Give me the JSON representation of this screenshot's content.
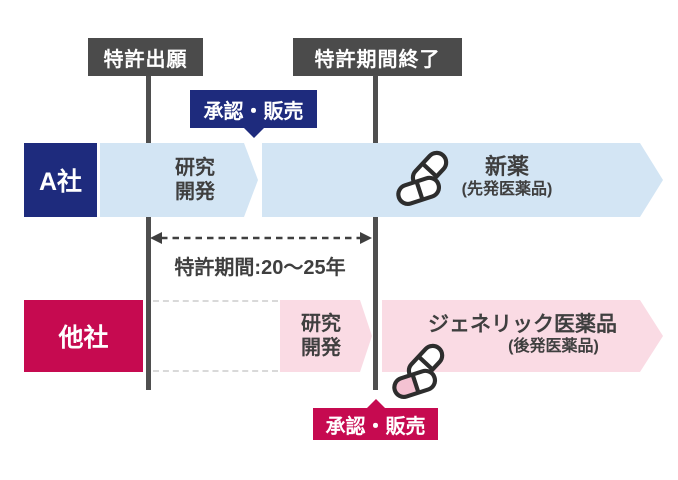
{
  "colors": {
    "tag_bg": "#4b4b4b",
    "navy": "#1e2b7d",
    "crimson": "#c60a50",
    "blue_band": "#d3e5f4",
    "pink_band": "#fadbe4",
    "pink_capsule_fill": "#f4c2d2",
    "dark_text": "#3f3f3f",
    "timeline_line": "#4f4f4f"
  },
  "markers": {
    "patent_application": "特許出願",
    "patent_expiry": "特許期間終了",
    "patent_period": "特許期間:20〜25年"
  },
  "company_a": {
    "label": "A社",
    "approval": "承認・販売",
    "rd_line1": "研究",
    "rd_line2": "開発",
    "product": "新薬",
    "product_note": "(先発医薬品)"
  },
  "competitors": {
    "label": "他社",
    "approval": "承認・販売",
    "rd_line1": "研究",
    "rd_line2": "開発",
    "product": "ジェネリック医薬品",
    "product_note": "(後発医薬品)"
  },
  "icons": {
    "new_drug": "pill-icon",
    "generic_drug": "pill-icon"
  }
}
